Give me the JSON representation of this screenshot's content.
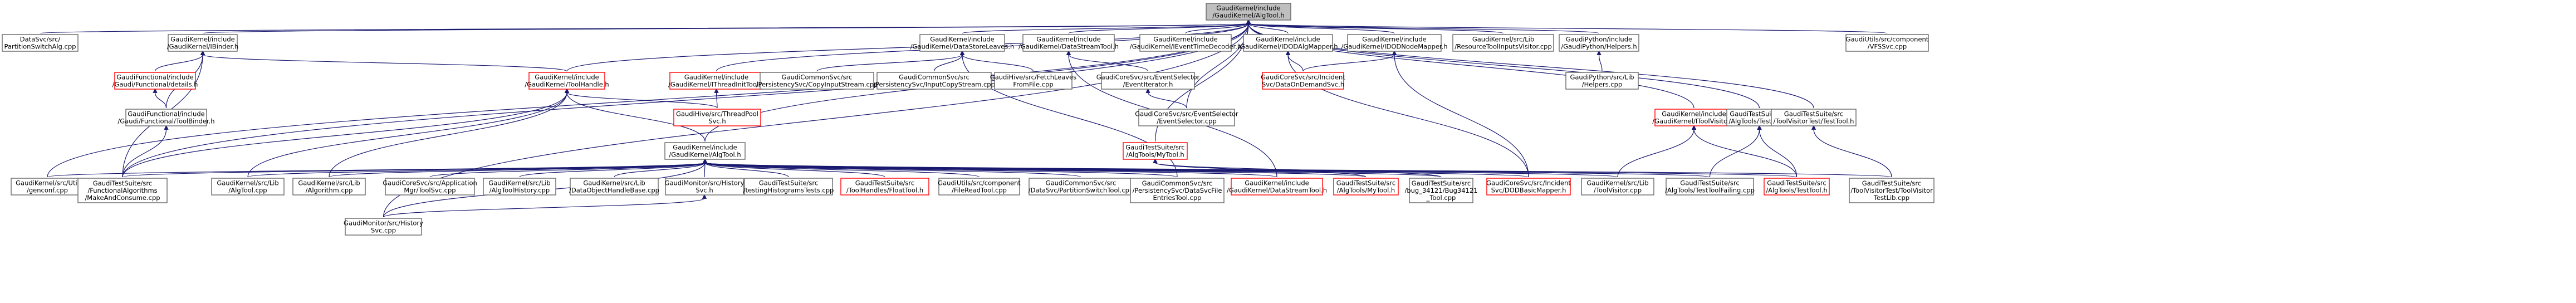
{
  "colors": {
    "root_fill": "#bfbfbf",
    "node_fill": "#ffffff",
    "node_border": "#666666",
    "missing_border": "#ff0000",
    "edge": "#191970"
  },
  "nodes": {
    "root": {
      "lines": [
        "GaudiKernel/include",
        "/GaudiKernel/AlgTool.h"
      ],
      "kind": "root"
    },
    "partition_alg": {
      "lines": [
        "DataSvc/src/",
        "PartitionSwitchAlg.cpp"
      ],
      "kind": "normal"
    },
    "ibinder": {
      "lines": [
        "GaudiKernel/include",
        "/GaudiKernel/IBinder.h"
      ],
      "kind": "normal"
    },
    "func_details": {
      "lines": [
        "GaudiFunctional/include",
        "/Gaudi/Functional/details.h"
      ],
      "kind": "missing"
    },
    "tool_binder": {
      "lines": [
        "GaudiFunctional/include",
        "/Gaudi/Functional/ToolBinder.h"
      ],
      "kind": "normal"
    },
    "toolhandle": {
      "lines": [
        "GaudiKernel/include",
        "/GaudiKernel/ToolHandle.h"
      ],
      "kind": "missing"
    },
    "datastoreleaves": {
      "lines": [
        "GaudiKernel/include",
        "/GaudiKernel/DataStoreLeaves.h"
      ],
      "kind": "normal"
    },
    "ithreadinit": {
      "lines": [
        "GaudiKernel/include",
        "/GaudiKernel/IThreadInitTool.h"
      ],
      "kind": "missing"
    },
    "copyinputstream": {
      "lines": [
        "GaudiCommonSvc/src",
        "/PersistencySvc/CopyInputStream.cpp"
      ],
      "kind": "normal"
    },
    "inputcopystream": {
      "lines": [
        "GaudiCommonSvc/src",
        "/PersistencySvc/InputCopyStream.cpp"
      ],
      "kind": "normal"
    },
    "fetchleaves": {
      "lines": [
        "GaudiHive/src/FetchLeaves",
        "FromFile.cpp"
      ],
      "kind": "normal"
    },
    "datastreamtool_h": {
      "lines": [
        "GaudiKernel/include",
        "/GaudiKernel/DataStreamTool.h"
      ],
      "kind": "normal"
    },
    "eventselector_h": {
      "lines": [
        "GaudiCoreSvc/src/EventSelector",
        "/EventIterator.h"
      ],
      "kind": "normal"
    },
    "eventselector_cpp": {
      "lines": [
        "GaudiCoreSvc/src/EventSelector",
        "/EventSelector.cpp"
      ],
      "kind": "normal"
    },
    "eventtimedecoder": {
      "lines": [
        "GaudiKernel/include",
        "/GaudiKernel/IEventTimeDecoder.h"
      ],
      "kind": "normal"
    },
    "idodalgmapper": {
      "lines": [
        "GaudiKernel/include",
        "/GaudiKernel/IDODAlgMapper.h"
      ],
      "kind": "normal"
    },
    "dataondemand": {
      "lines": [
        "GaudiCoreSvc/src/Incident",
        "Svc/DataOnDemandSvc.h"
      ],
      "kind": "missing"
    },
    "idodnodemapper": {
      "lines": [
        "GaudiKernel/include",
        "/GaudiKernel/IDODNodeMapper.h"
      ],
      "kind": "normal"
    },
    "resourcetoolinputs": {
      "lines": [
        "GaudiKernel/src/Lib",
        "/ResourceToolInputsVisitor.cpp"
      ],
      "kind": "normal"
    },
    "pyhelpers_h": {
      "lines": [
        "GaudiPython/include",
        "/GaudiPython/Helpers.h"
      ],
      "kind": "normal"
    },
    "pyhelpers_cpp": {
      "lines": [
        "GaudiPython/src/Lib",
        "/Helpers.cpp"
      ],
      "kind": "normal"
    },
    "itoolvisitor": {
      "lines": [
        "GaudiKernel/include",
        "/GaudiKernel/IToolVisitor.h"
      ],
      "kind": "missing"
    },
    "mytool_h": {
      "lines": [
        "GaudiTestSuite/src",
        "/AlgTools/MyTool.h"
      ],
      "kind": "missing"
    },
    "testtool_h": {
      "lines": [
        "GaudiTestSuite/src",
        "/AlgTools/TestTool.h"
      ],
      "kind": "normal"
    },
    "testtoolvisitor_h": {
      "lines": [
        "GaudiTestSuite/src",
        "/ToolVisitorTest/TestTool.h"
      ],
      "kind": "normal"
    },
    "vfssvc": {
      "lines": [
        "GaudiUtils/src/component",
        "/VFSSvc.cpp"
      ],
      "kind": "normal"
    },
    "threadpool": {
      "lines": [
        "GaudiHive/src/ThreadPool",
        "Svc.h"
      ],
      "kind": "missing"
    },
    "ialgtool": {
      "lines": [
        "GaudiKernel/include",
        "/GaudiKernel/AlgTool.h"
      ],
      "kind": "normal"
    },
    "genconf": {
      "lines": [
        "GaudiKernel/src/Util",
        "/genconf.cpp"
      ],
      "kind": "normal"
    },
    "makeandconsume": {
      "lines": [
        "GaudiTestSuite/src",
        "/FunctionalAlgorithms",
        "/MakeAndConsume.cpp"
      ],
      "kind": "normal"
    },
    "algtool_cpp": {
      "lines": [
        "GaudiKernel/src/Lib",
        "/AlgTool.cpp"
      ],
      "kind": "normal"
    },
    "algorithm_cpp": {
      "lines": [
        "GaudiKernel/src/Lib",
        "/Algorithm.cpp"
      ],
      "kind": "normal"
    },
    "appmgr": {
      "lines": [
        "GaudiCoreSvc/src/Application",
        "Mgr/ToolSvc.cpp"
      ],
      "kind": "normal"
    },
    "algtoolhistory": {
      "lines": [
        "GaudiKernel/src/Lib",
        "/AlgToolHistory.cpp"
      ],
      "kind": "normal"
    },
    "dataobjecthandle": {
      "lines": [
        "GaudiKernel/src/Lib",
        "/DataObjectHandleBase.cpp"
      ],
      "kind": "normal"
    },
    "monitor_h": {
      "lines": [
        "GaudiMonitor/src/History",
        "Svc.h"
      ],
      "kind": "normal"
    },
    "monitor_cpp": {
      "lines": [
        "GaudiMonitor/src/History",
        "Svc.cpp"
      ],
      "kind": "normal"
    },
    "histotests": {
      "lines": [
        "GaudiTestSuite/src",
        "/testingHistogramsTests.cpp"
      ],
      "kind": "normal"
    },
    "floattool": {
      "lines": [
        "GaudiTestSuite/src",
        "/ToolHandles/FloatTool.h"
      ],
      "kind": "missing"
    },
    "filereadtool": {
      "lines": [
        "GaudiUtils/src/component",
        "/FileReadTool.cpp"
      ],
      "kind": "normal"
    },
    "partitionswitchtool": {
      "lines": [
        "GaudiCommonSvc/src",
        "/DataSvc/PartitionSwitchTool.cpp"
      ],
      "kind": "normal"
    },
    "datasvcfileentries": {
      "lines": [
        "GaudiCommonSvc/src",
        "/PersistencySvc/DataSvcFile",
        "EntriesTool.cpp"
      ],
      "kind": "normal"
    },
    "datastreamtool_inc": {
      "lines": [
        "GaudiKernel/include",
        "/GaudiKernel/DataStreamTool.h"
      ],
      "kind": "missing"
    },
    "mytool_h2": {
      "lines": [
        "GaudiTestSuite/src",
        "/AlgTools/MyTool.h"
      ],
      "kind": "missing"
    },
    "bug34121": {
      "lines": [
        "GaudiTestSuite/src",
        "/bug_34121/Bug34121",
        "_Tool.cpp"
      ],
      "kind": "normal"
    },
    "dodbasicmapper": {
      "lines": [
        "GaudiCoreSvc/src/Incident",
        "Svc/DODBasicMapper.h"
      ],
      "kind": "missing"
    },
    "toolvisitor_cpp": {
      "lines": [
        "GaudiKernel/src/Lib",
        "/ToolVisitor.cpp"
      ],
      "kind": "normal"
    },
    "testtoolfailing": {
      "lines": [
        "GaudiTestSuite/src",
        "/AlgTools/TestToolFailing.cpp"
      ],
      "kind": "normal"
    },
    "testtool_h2": {
      "lines": [
        "GaudiTestSuite/src",
        "/AlgTools/TestTool.h"
      ],
      "kind": "missing"
    },
    "toolvisitortestlib": {
      "lines": [
        "GaudiTestSuite/src",
        "/ToolVisitorTest/ToolVisitor",
        "TestLib.cpp"
      ],
      "kind": "normal"
    }
  }
}
